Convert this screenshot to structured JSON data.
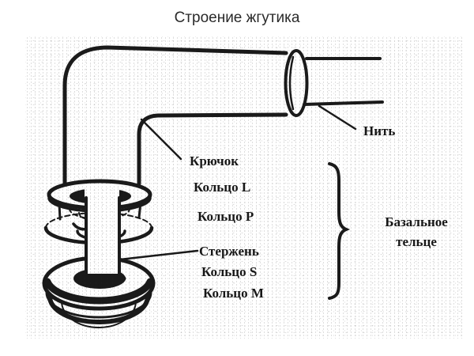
{
  "title": "Строение жгутика",
  "diagram": {
    "labels": {
      "filament": "Нить",
      "hook": "Крючок",
      "ring_l": "Кольцо L",
      "ring_p": "Кольцо P",
      "rod": "Стержень",
      "ring_s": "Кольцо S",
      "ring_m": "Кольцо M",
      "basal_body": "Базальное тельце"
    },
    "colors": {
      "ink": "#1a1a1a",
      "background": "#ffffff"
    }
  }
}
